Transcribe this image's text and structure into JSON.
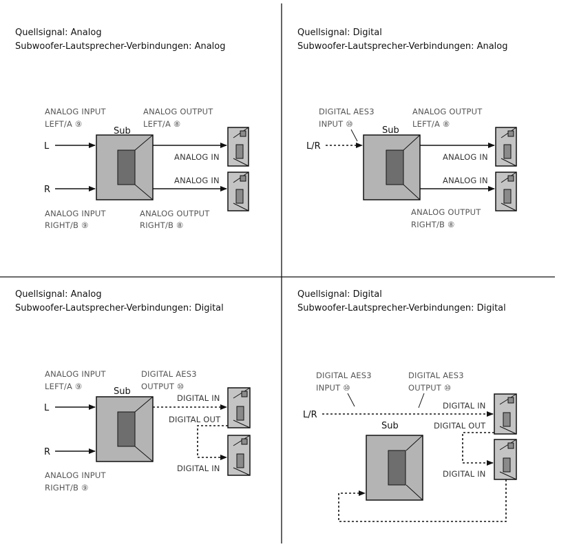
{
  "q1": {
    "title": "Quellsignal: Analog",
    "subtitle": "Subwoofer-Lautsprecher-Verbindungen: Analog",
    "in_l_label": "L",
    "in_r_label": "R",
    "in_top_1": "ANALOG INPUT",
    "in_top_2": "LEFT/A ⑨",
    "in_bot_1": "ANALOG INPUT",
    "in_bot_2": "RIGHT/B ⑨",
    "out_top_1": "ANALOG OUTPUT",
    "out_top_2": "LEFT/A ⑧",
    "out_bot_1": "ANALOG OUTPUT",
    "out_bot_2": "RIGHT/B ⑧",
    "sub": "Sub",
    "spk1_in": "ANALOG IN",
    "spk2_in": "ANALOG IN"
  },
  "q2": {
    "title": "Quellsignal: Digital",
    "subtitle": "Subwoofer-Lautsprecher-Verbindungen: Analog",
    "in_label": "L/R",
    "in_top_1": "DIGITAL AES3",
    "in_top_2": "INPUT ⑩",
    "out_top_1": "ANALOG OUTPUT",
    "out_top_2": "LEFT/A ⑧",
    "out_bot_1": "ANALOG OUTPUT",
    "out_bot_2": "RIGHT/B ⑧",
    "sub": "Sub",
    "spk1_in": "ANALOG IN",
    "spk2_in": "ANALOG IN"
  },
  "q3": {
    "title": "Quellsignal: Analog",
    "subtitle": "Subwoofer-Lautsprecher-Verbindungen: Digital",
    "in_l_label": "L",
    "in_r_label": "R",
    "in_top_1": "ANALOG INPUT",
    "in_top_2": "LEFT/A ⑨",
    "in_bot_1": "ANALOG INPUT",
    "in_bot_2": "RIGHT/B ⑨",
    "out_top_1": "DIGITAL AES3",
    "out_top_2": "OUTPUT ⑩",
    "sub": "Sub",
    "spk1_in": "DIGITAL IN",
    "spk1_out": "DIGITAL OUT",
    "spk2_in": "DIGITAL IN"
  },
  "q4": {
    "title": "Quellsignal: Digital",
    "subtitle": "Subwoofer-Lautsprecher-Verbindungen: Digital",
    "in_label": "L/R",
    "in_top_1": "DIGITAL AES3",
    "in_top_2": "INPUT ⑩",
    "out_top_1": "DIGITAL AES3",
    "out_top_2": "OUTPUT ⑩",
    "sub": "Sub",
    "spk1_in": "DIGITAL IN",
    "spk1_out": "DIGITAL OUT",
    "spk2_in": "DIGITAL IN"
  }
}
